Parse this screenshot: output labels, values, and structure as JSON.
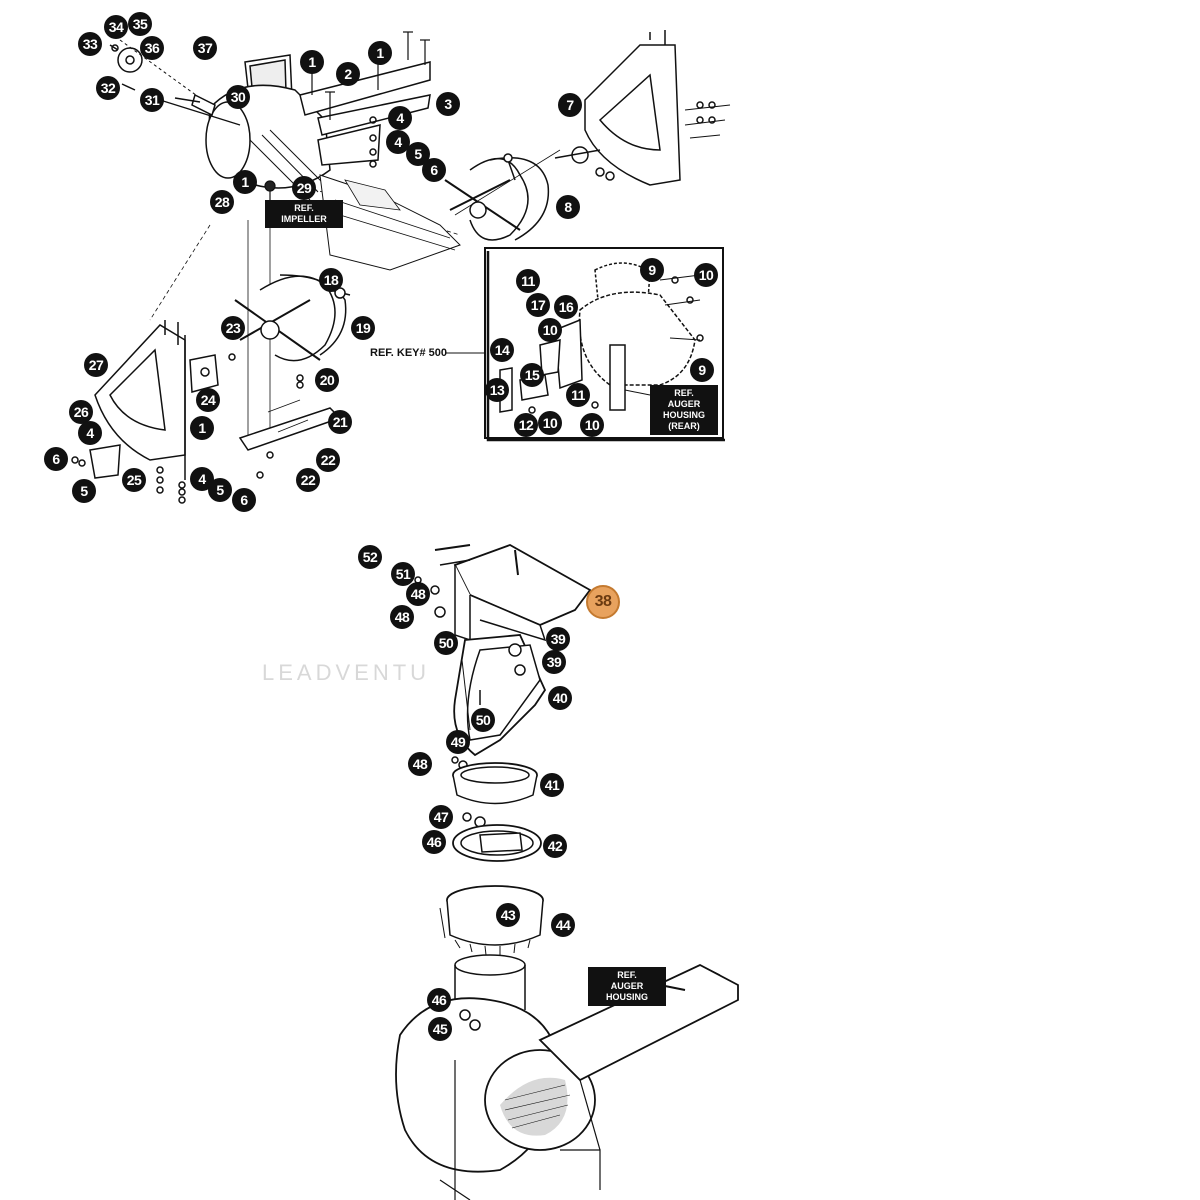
{
  "watermark": "LEADVENTU",
  "ref_labels": {
    "impeller": "REF.\nIMPELLER",
    "key500": "REF. KEY# 500",
    "auger_housing_rear": "REF.\nAUGER\nHOUSING\n(REAR)",
    "auger_housing": "REF.\nAUGER HOUSING"
  },
  "highlight_color": "#e8a25e",
  "callouts": [
    {
      "id": "c33",
      "label": "33"
    },
    {
      "id": "c34",
      "label": "34"
    },
    {
      "id": "c35",
      "label": "35"
    },
    {
      "id": "c36",
      "label": "36"
    },
    {
      "id": "c37",
      "label": "37"
    },
    {
      "id": "c32",
      "label": "32"
    },
    {
      "id": "c31",
      "label": "31"
    },
    {
      "id": "c30",
      "label": "30"
    },
    {
      "id": "c1a",
      "label": "1"
    },
    {
      "id": "c1b",
      "label": "1"
    },
    {
      "id": "c2",
      "label": "2"
    },
    {
      "id": "c3",
      "label": "3"
    },
    {
      "id": "c4a",
      "label": "4"
    },
    {
      "id": "c4b",
      "label": "4"
    },
    {
      "id": "c5a",
      "label": "5"
    },
    {
      "id": "c6a",
      "label": "6"
    },
    {
      "id": "c1c",
      "label": "1"
    },
    {
      "id": "c29",
      "label": "29"
    },
    {
      "id": "c28",
      "label": "28"
    },
    {
      "id": "c7",
      "label": "7"
    },
    {
      "id": "c8",
      "label": "8"
    },
    {
      "id": "c9a",
      "label": "9"
    },
    {
      "id": "c10a",
      "label": "10"
    },
    {
      "id": "c11a",
      "label": "11"
    },
    {
      "id": "c17",
      "label": "17"
    },
    {
      "id": "c16",
      "label": "16"
    },
    {
      "id": "c10b",
      "label": "10"
    },
    {
      "id": "c14",
      "label": "14"
    },
    {
      "id": "c15",
      "label": "15"
    },
    {
      "id": "c13",
      "label": "13"
    },
    {
      "id": "c11b",
      "label": "11"
    },
    {
      "id": "c9b",
      "label": "9"
    },
    {
      "id": "c12",
      "label": "12"
    },
    {
      "id": "c10c",
      "label": "10"
    },
    {
      "id": "c10d",
      "label": "10"
    },
    {
      "id": "c18",
      "label": "18"
    },
    {
      "id": "c19",
      "label": "19"
    },
    {
      "id": "c23",
      "label": "23"
    },
    {
      "id": "c27",
      "label": "27"
    },
    {
      "id": "c24",
      "label": "24"
    },
    {
      "id": "c20",
      "label": "20"
    },
    {
      "id": "c26",
      "label": "26"
    },
    {
      "id": "c1d",
      "label": "1"
    },
    {
      "id": "c21",
      "label": "21"
    },
    {
      "id": "c4c",
      "label": "4"
    },
    {
      "id": "c6b",
      "label": "6"
    },
    {
      "id": "c25",
      "label": "25"
    },
    {
      "id": "c5b",
      "label": "5"
    },
    {
      "id": "c22a",
      "label": "22"
    },
    {
      "id": "c22b",
      "label": "22"
    },
    {
      "id": "c4d",
      "label": "4"
    },
    {
      "id": "c5c",
      "label": "5"
    },
    {
      "id": "c6c",
      "label": "6"
    },
    {
      "id": "c52",
      "label": "52"
    },
    {
      "id": "c51",
      "label": "51"
    },
    {
      "id": "c48a",
      "label": "48"
    },
    {
      "id": "c48b",
      "label": "48"
    },
    {
      "id": "c38",
      "label": "38",
      "highlight": true
    },
    {
      "id": "c50a",
      "label": "50"
    },
    {
      "id": "c39a",
      "label": "39"
    },
    {
      "id": "c39b",
      "label": "39"
    },
    {
      "id": "c40",
      "label": "40"
    },
    {
      "id": "c50b",
      "label": "50"
    },
    {
      "id": "c49",
      "label": "49"
    },
    {
      "id": "c48c",
      "label": "48"
    },
    {
      "id": "c41",
      "label": "41"
    },
    {
      "id": "c47",
      "label": "47"
    },
    {
      "id": "c46a",
      "label": "46"
    },
    {
      "id": "c42",
      "label": "42"
    },
    {
      "id": "c43",
      "label": "43"
    },
    {
      "id": "c44",
      "label": "44"
    },
    {
      "id": "c46b",
      "label": "46"
    },
    {
      "id": "c45",
      "label": "45"
    }
  ]
}
